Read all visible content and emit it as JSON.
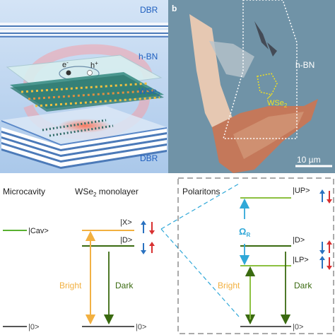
{
  "panel_a": {
    "dbr_top": "DBR",
    "hbn": "h-BN",
    "electron": "e",
    "electron_sup": "-",
    "hole": "h",
    "hole_sup": "+",
    "wse": "WSe",
    "wse_sub": "2",
    "dbr_bottom": "DBR"
  },
  "panel_b": {
    "letter": "b",
    "hbn": "h-BN",
    "wse": "WSe",
    "wse_sub": "2",
    "scalebar": "10 µm"
  },
  "bottom": {
    "microcavity_title": "Microcavity",
    "monolayer_title": "WSe",
    "monolayer_sub": "2",
    "monolayer_suffix": " monolayer",
    "polaritons_title": "Polaritons",
    "cav": "|Cav>",
    "x": "|X>",
    "d_mid": "|D>",
    "zero_left": "|0>",
    "zero_mid": "|0>",
    "up": "|UP>",
    "d_right": "|D>",
    "lp": "|LP>",
    "zero_right": "|0>",
    "omega": "Ω",
    "omega_sub": "R",
    "bright_mid": "Bright",
    "dark_mid": "Dark",
    "bright_right": "Bright",
    "dark_right": "Dark"
  },
  "colors": {
    "cav_green": "#58b030",
    "exciton_orange": "#f2b040",
    "dark_green": "#3a6a10",
    "lp_green": "#8cc040",
    "spin_blue": "#2a72c0",
    "spin_red": "#d83030",
    "dashed_cyan": "#30a8d8",
    "label_blue": "#1f5fbf",
    "label_yellow": "#f0e020"
  }
}
